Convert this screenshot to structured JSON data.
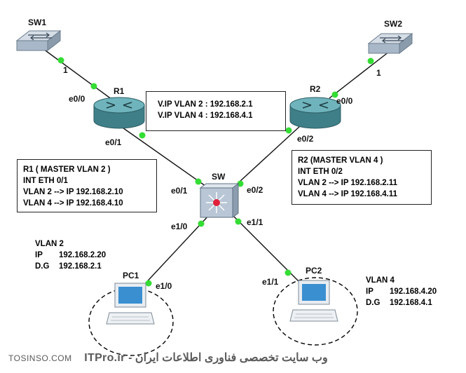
{
  "devices": {
    "sw1": {
      "label": "SW1",
      "port": "1"
    },
    "sw2": {
      "label": "SW2",
      "port": "1"
    },
    "r1": {
      "label": "R1",
      "port_up": "e0/0",
      "port_down": "e0/1"
    },
    "r2": {
      "label": "R2",
      "port_up": "e0/0",
      "port_down": "e0/2"
    },
    "core": {
      "label": "SW",
      "ports": {
        "e01": "e0/1",
        "e02": "e0/2",
        "e10": "e1/0",
        "e11": "e1/1"
      }
    },
    "pc1": {
      "label": "PC1",
      "port": "e1/0"
    },
    "pc2": {
      "label": "PC2",
      "port": "e1/1"
    }
  },
  "vip_box": {
    "line1": "V.IP VLAN 2 : 192.168.2.1",
    "line2": "V.IP VLAN 4 : 192.168.4.1"
  },
  "r1_box": {
    "title": "R1 ( MASTER VLAN 2 )",
    "iface": "INT ETH 0/1",
    "vlan2": "VLAN 2 --> IP 192.168.2.10",
    "vlan4": "VLAN 4 --> IP 192.168.4.10"
  },
  "r2_box": {
    "title": "R2 (MASTER VLAN 4 )",
    "iface": "INT ETH 0/2",
    "vlan2": "VLAN 2 --> IP 192.168.2.11",
    "vlan4": "VLAN 4 --> IP 192.168.4.11"
  },
  "pc1_info": {
    "vlan": "VLAN 2",
    "ip_key": "IP",
    "ip": "192.168.2.20",
    "dg_key": "D.G",
    "dg": "192.168.2.1"
  },
  "pc2_info": {
    "vlan": "VLAN 4",
    "ip_key": "IP",
    "ip": "192.168.4.20",
    "dg_key": "D.G",
    "dg": "192.168.4.1"
  },
  "footer": {
    "site": "TOSINSO.COM",
    "persian": "وب سایت تخصصی فناوری اطلاعات ایران - ITPro.ir"
  },
  "colors": {
    "link": "#111111",
    "port_dot": "#33dd33",
    "router": "#5aa0a8",
    "switch": "#b8c6d6",
    "pc_circle": "#000000"
  }
}
